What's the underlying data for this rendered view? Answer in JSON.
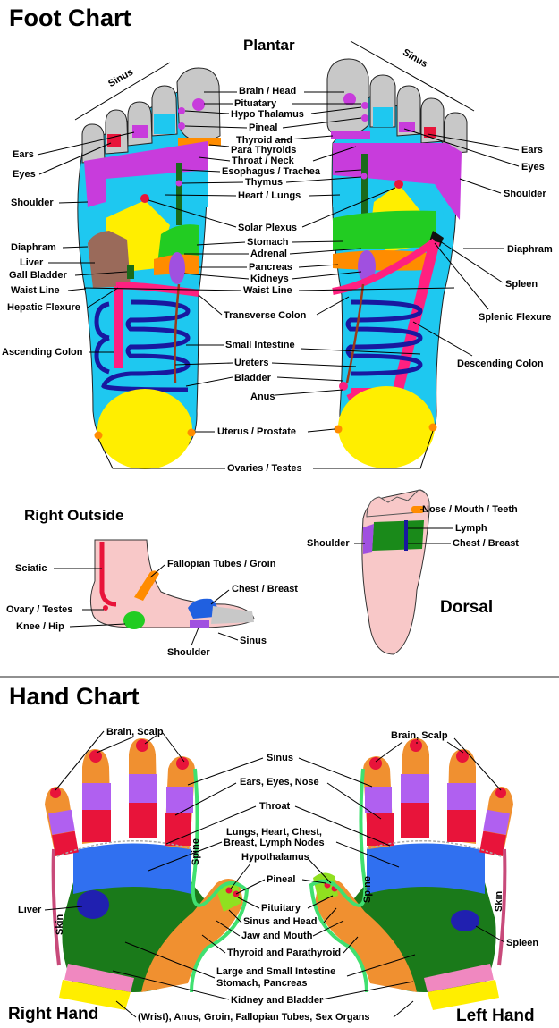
{
  "colors": {
    "head": "#c8c8c8",
    "sinus": "#c8c8c8",
    "red": "#e8143a",
    "cyan": "#1ec8f0",
    "magenta": "#c83cdc",
    "purple": "#a050e0",
    "green": "#22cc22",
    "darkgreen": "#1a6a1a",
    "yellow": "#ffee00",
    "orange": "#ff8c00",
    "blue": "#2060e0",
    "navy": "#1818a0",
    "pink": "#ff2080",
    "brown": "#9a6a5a",
    "skin": "#f8c8c8",
    "lightblue": "#40b8ee",
    "limegreen": "#90e020",
    "handorange": "#f09030",
    "handgreen": "#1a7a1a",
    "handviolet": "#b060f0",
    "handpink": "#f088c0",
    "handblue": "#3070f0",
    "handnavy": "#2020b0",
    "outline": "#40e070"
  },
  "foot": {
    "title": "Foot Chart",
    "plantar": "Plantar",
    "sinus_left": "Sinus",
    "sinus_right": "Sinus",
    "labels": {
      "brain_head": "Brain / Head",
      "pituatary": "Pituatary",
      "hypo_thalamus": "Hypo Thalamus",
      "pineal": "Pineal",
      "thyroid_para": "Thyroid and",
      "thyroid_para2": "Para Thyroids",
      "throat_neck": "Throat / Neck",
      "esophagus": "Esophagus / Trachea",
      "thymus": "Thymus",
      "heart_lungs": "Heart / Lungs",
      "solar_plexus": "Solar Plexus",
      "stomach": "Stomach",
      "adrenal": "Adrenal",
      "pancreas": "Pancreas",
      "kidneys": "Kidneys",
      "waist_line_c": "Waist Line",
      "transverse_colon": "Transverse Colon",
      "small_intestine": "Small Intestine",
      "ureters": "Ureters",
      "bladder": "Bladder",
      "anus": "Anus",
      "uterus_prostate": "Uterus /  Prostate",
      "ovaries_testes": "Ovaries / Testes",
      "ears_l": "Ears",
      "eyes_l": "Eyes",
      "shoulder_l": "Shoulder",
      "diaphram_l": "Diaphram",
      "liver": "Liver",
      "gall_bladder": "Gall Bladder",
      "waist_line_l": "Waist Line",
      "hepatic_flexure": "Hepatic Flexure",
      "ascending_colon": "Ascending Colon",
      "ears_r": "Ears",
      "eyes_r": "Eyes",
      "shoulder_r": "Shoulder",
      "diaphram_r": "Diaphram",
      "spleen": "Spleen",
      "splenic_flexure": "Splenic Flexure",
      "descending_colon": "Descending Colon"
    },
    "right_outside": {
      "title": "Right Outside",
      "sciatic": "Sciatic",
      "fallopian": "Fallopian Tubes / Groin",
      "chest_breast": "Chest / Breast",
      "ovary_testes": "Ovary / Testes",
      "knee_hip": "Knee / Hip",
      "sinus": "Sinus",
      "shoulder": "Shoulder"
    },
    "dorsal": {
      "title": "Dorsal",
      "nose_mouth_teeth": "Nose / Mouth / Teeth",
      "lymph": "Lymph",
      "shoulder": "Shoulder",
      "chest_breast": "Chest / Breast"
    }
  },
  "hand": {
    "title": "Hand Chart",
    "right_hand": "Right Hand",
    "left_hand": "Left Hand",
    "labels": {
      "brain_scalp_l": "Brain, Scalp",
      "brain_scalp_r": "Brain, Scalp",
      "sinus": "Sinus",
      "ears_eyes_nose": "Ears, Eyes, Nose",
      "throat": "Throat",
      "lungs1": "Lungs, Heart, Chest,",
      "lungs2": "Breast, Lymph Nodes",
      "hypothalamus": "Hypothalamus",
      "pineal": "Pineal",
      "pituitary": "Pituitary",
      "sinus_head": "Sinus and Head",
      "jaw_mouth": "Jaw and Mouth",
      "thyroid": "Thyroid and Parathyroid",
      "large_small1": "Large and Small Intestine",
      "large_small2": "Stomach, Pancreas",
      "kidney_bladder": "Kidney and Bladder",
      "wrist": "(Wrist), Anus, Groin, Fallopian Tubes, Sex Organs",
      "liver": "Liver",
      "spleen": "Spleen",
      "skin_l": "Skin",
      "skin_r": "Skin",
      "spine_l": "Spine",
      "spine_r": "Spine"
    }
  }
}
